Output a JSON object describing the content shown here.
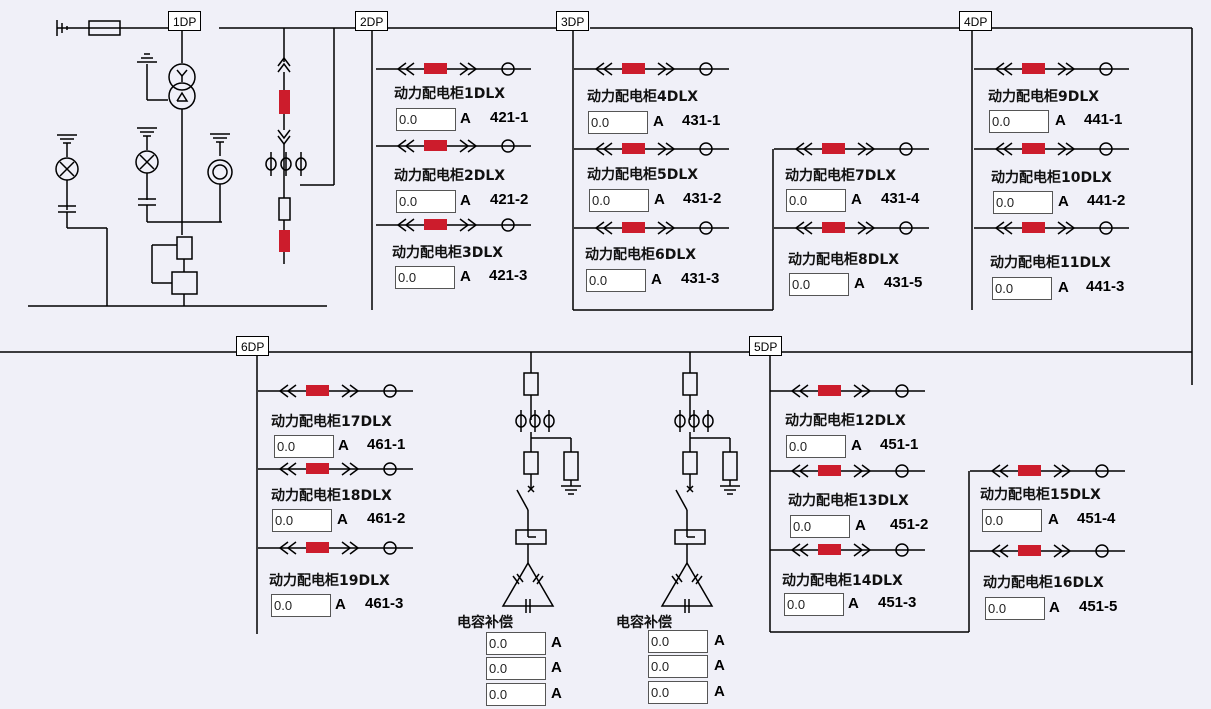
{
  "buses": [
    "1DP",
    "2DP",
    "3DP",
    "4DP",
    "5DP",
    "6DP"
  ],
  "unit": "A",
  "feeders": [
    {
      "name": "动力配电柜1DLX",
      "value": "0.0",
      "code": "421-1"
    },
    {
      "name": "动力配电柜2DLX",
      "value": "0.0",
      "code": "421-2"
    },
    {
      "name": "动力配电柜3DLX",
      "value": "0.0",
      "code": "421-3"
    },
    {
      "name": "动力配电柜4DLX",
      "value": "0.0",
      "code": "431-1"
    },
    {
      "name": "动力配电柜5DLX",
      "value": "0.0",
      "code": "431-2"
    },
    {
      "name": "动力配电柜6DLX",
      "value": "0.0",
      "code": "431-3"
    },
    {
      "name": "动力配电柜7DLX",
      "value": "0.0",
      "code": "431-4"
    },
    {
      "name": "动力配电柜8DLX",
      "value": "0.0",
      "code": "431-5"
    },
    {
      "name": "动力配电柜9DLX",
      "value": "0.0",
      "code": "441-1"
    },
    {
      "name": "动力配电柜10DLX",
      "value": "0.0",
      "code": "441-2"
    },
    {
      "name": "动力配电柜11DLX",
      "value": "0.0",
      "code": "441-3"
    },
    {
      "name": "动力配电柜17DLX",
      "value": "0.0",
      "code": "461-1"
    },
    {
      "name": "动力配电柜18DLX",
      "value": "0.0",
      "code": "461-2"
    },
    {
      "name": "动力配电柜19DLX",
      "value": "0.0",
      "code": "461-3"
    },
    {
      "name": "动力配电柜12DLX",
      "value": "0.0",
      "code": "451-1"
    },
    {
      "name": "动力配电柜13DLX",
      "value": "0.0",
      "code": "451-2"
    },
    {
      "name": "动力配电柜14DLX",
      "value": "0.0",
      "code": "451-3"
    },
    {
      "name": "动力配电柜15DLX",
      "value": "0.0",
      "code": "451-4"
    },
    {
      "name": "动力配电柜16DLX",
      "value": "0.0",
      "code": "451-5"
    }
  ],
  "capacitors": [
    {
      "label": "电容补偿",
      "values": [
        "0.0",
        "0.0",
        "0.0"
      ]
    },
    {
      "label": "电容补偿",
      "values": [
        "0.0",
        "0.0",
        "0.0"
      ]
    }
  ],
  "colors": {
    "line": "#000000",
    "breaker": "#cc1c2c",
    "background": "#f0f0f8"
  }
}
